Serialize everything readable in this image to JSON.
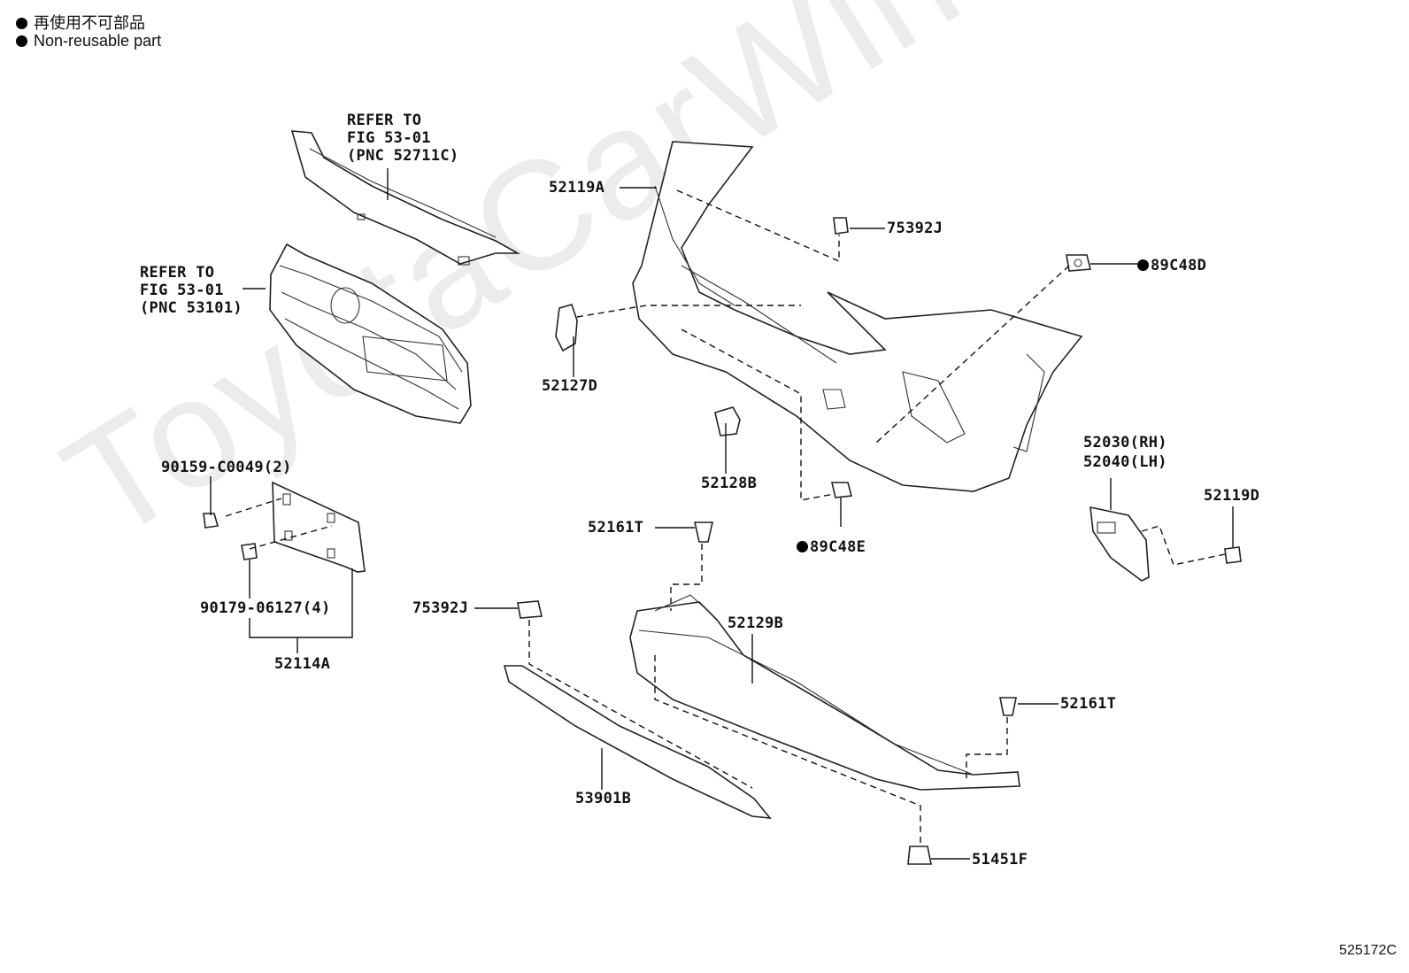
{
  "legend": {
    "jp": "再使用不可部品",
    "en": "Non-reusable part"
  },
  "watermark": "ToyotaCarWine.ru",
  "figure_code": "525172C",
  "refs": {
    "top": [
      "REFER TO",
      "FIG 53-01",
      "(PNC 52711C)"
    ],
    "grille": [
      "REFER TO",
      "FIG 53-01",
      "(PNC 53101)"
    ]
  },
  "parts": {
    "p52119A": "52119A",
    "p75392J_top": "75392J",
    "p89C48D": "89C48D",
    "p52127D": "52127D",
    "p52128B": "52128B",
    "p89C48E": "89C48E",
    "p52030": "52030(RH)",
    "p52040": "52040(LH)",
    "p52119D": "52119D",
    "p90159": "90159-C0049(2)",
    "p90179": "90179-06127(4)",
    "p52114A": "52114A",
    "p52161T_top": "52161T",
    "p75392J_low": "75392J",
    "p52129B": "52129B",
    "p52161T_right": "52161T",
    "p53901B": "53901B",
    "p51451F": "51451F"
  }
}
